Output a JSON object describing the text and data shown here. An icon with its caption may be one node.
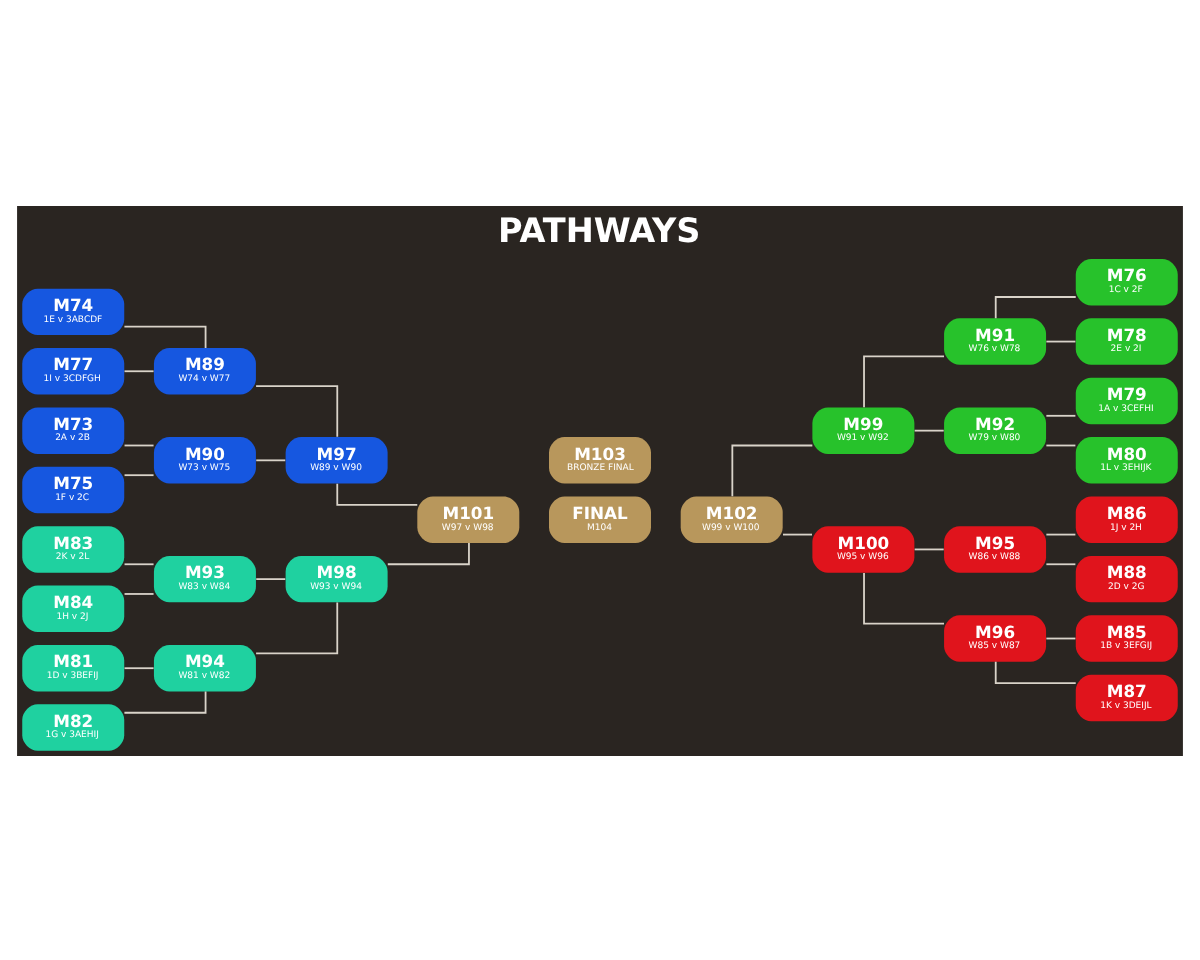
{
  "diagram": {
    "title": "PATHWAYS",
    "nodes": [
      {
        "text": [
          "M74",
          "1E v 3ABCDF"
        ]
      },
      {
        "text": [
          "M77",
          "1I v 3CDFGH"
        ]
      },
      {
        "text": [
          "M73",
          "2A v 2B"
        ]
      },
      {
        "text": [
          "M75",
          "1F v 2C"
        ]
      },
      {
        "text": [
          "M83",
          "2K v 2L"
        ]
      },
      {
        "text": [
          "M84",
          "1H v 2J"
        ]
      },
      {
        "text": [
          "M81",
          "1D v 3BEFIJ"
        ]
      },
      {
        "text": [
          "M82",
          "1G v 3AEHIJ"
        ]
      },
      {
        "text": [
          "M89",
          "W74 v W77"
        ]
      },
      {
        "text": [
          "M90",
          "W73 v W75"
        ]
      },
      {
        "text": [
          "M93",
          "W83 v W84"
        ]
      },
      {
        "text": [
          "M94",
          "W81 v W82"
        ]
      },
      {
        "text": [
          "M97",
          "W89 v W90"
        ]
      },
      {
        "text": [
          "M98",
          "W93 v W94"
        ]
      },
      {
        "text": [
          "M101",
          "W97 v W98"
        ]
      },
      {
        "text": [
          "FINAL",
          "M104"
        ]
      },
      {
        "text": [
          "M103",
          "BRONZE FINAL"
        ]
      },
      {
        "text": [
          "M102",
          "W99 v W100"
        ]
      },
      {
        "text": [
          "M99",
          "W91 v W92"
        ]
      },
      {
        "text": [
          "M100",
          "W95 v W96"
        ]
      },
      {
        "text": [
          "M91",
          "W76 v W78"
        ]
      },
      {
        "text": [
          "M92",
          "W79 v W80"
        ]
      },
      {
        "text": [
          "M95",
          "W86 v W88"
        ]
      },
      {
        "text": [
          "M96",
          "W85 v W87"
        ]
      },
      {
        "text": [
          "M76",
          "1C v 2F"
        ]
      },
      {
        "text": [
          "M78",
          "2E v 2I"
        ]
      },
      {
        "text": [
          "M79",
          "1A v 3CEFHI"
        ]
      },
      {
        "text": [
          "M80",
          "1L v 3EHIJK"
        ]
      },
      {
        "text": [
          "M86",
          "1J v 2H"
        ]
      },
      {
        "text": [
          "M88",
          "2D v 2G"
        ]
      },
      {
        "text": [
          "M85",
          "1B v 3EFGIJ"
        ]
      },
      {
        "text": [
          "M87",
          "1K v 3DEIJL"
        ]
      }
    ],
    "edges": [
      {
        "from": 0,
        "to": 8,
        "arrow": "none"
      },
      {
        "from": 1,
        "to": 8,
        "arrow": "none"
      },
      {
        "from": 2,
        "to": 9,
        "arrow": "none"
      },
      {
        "from": 3,
        "to": 9,
        "arrow": "none"
      },
      {
        "from": 4,
        "to": 10,
        "arrow": "none"
      },
      {
        "from": 5,
        "to": 10,
        "arrow": "none"
      },
      {
        "from": 6,
        "to": 11,
        "arrow": "none"
      },
      {
        "from": 7,
        "to": 11,
        "arrow": "none"
      },
      {
        "from": 8,
        "to": 12,
        "arrow": "none"
      },
      {
        "from": 9,
        "to": 12,
        "arrow": "none"
      },
      {
        "from": 10,
        "to": 13,
        "arrow": "none"
      },
      {
        "from": 11,
        "to": 13,
        "arrow": "none"
      },
      {
        "from": 12,
        "to": 14,
        "arrow": "none"
      },
      {
        "from": 13,
        "to": 14,
        "arrow": "none"
      },
      {
        "from": 17,
        "to": 18,
        "arrow": "none"
      },
      {
        "from": 17,
        "to": 19,
        "arrow": "none"
      },
      {
        "from": 18,
        "to": 20,
        "arrow": "none"
      },
      {
        "from": 18,
        "to": 21,
        "arrow": "none"
      },
      {
        "from": 19,
        "to": 22,
        "arrow": "none"
      },
      {
        "from": 19,
        "to": 23,
        "arrow": "none"
      },
      {
        "from": 20,
        "to": 24,
        "arrow": "none"
      },
      {
        "from": 20,
        "to": 25,
        "arrow": "none"
      },
      {
        "from": 21,
        "to": 26,
        "arrow": "none"
      },
      {
        "from": 21,
        "to": 27,
        "arrow": "none"
      },
      {
        "from": 22,
        "to": 28,
        "arrow": "none"
      },
      {
        "from": 22,
        "to": 29,
        "arrow": "none"
      },
      {
        "from": 23,
        "to": 30,
        "arrow": "none"
      },
      {
        "from": 23,
        "to": 31,
        "arrow": "none"
      }
    ]
  }
}
